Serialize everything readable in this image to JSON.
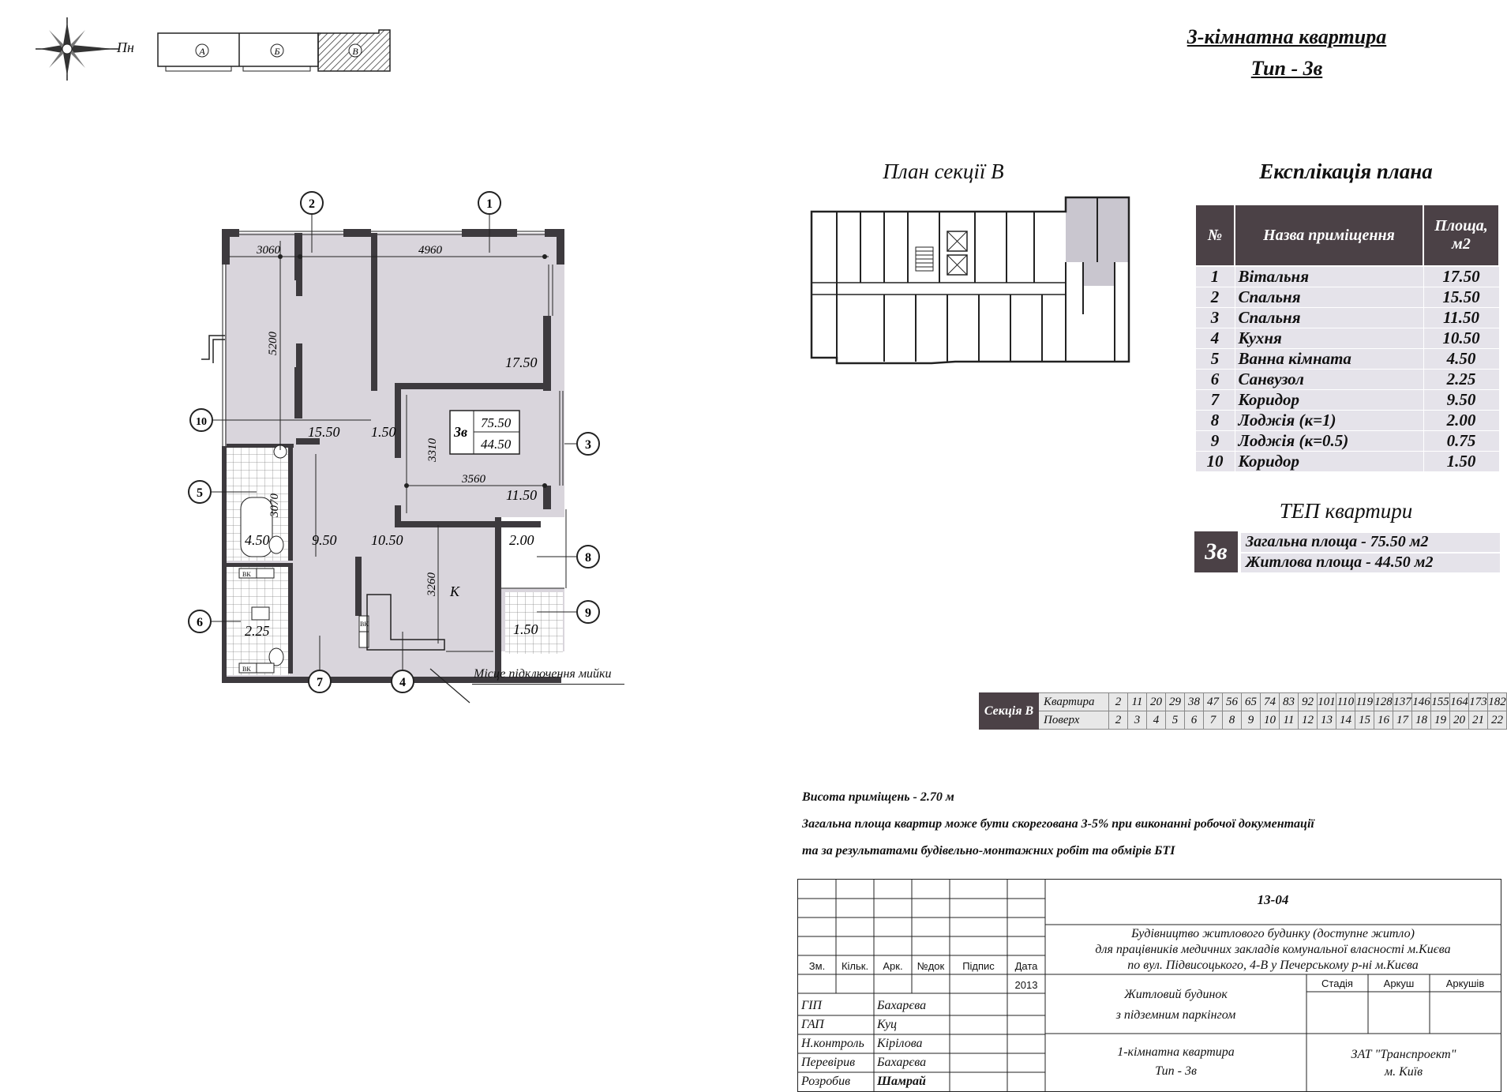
{
  "compass": {
    "north_label": "Пн"
  },
  "key_plan": {
    "sections": [
      "А",
      "Б",
      "В"
    ]
  },
  "header": {
    "title": "3-кімнатна квартира",
    "type": "Тип - 3в"
  },
  "section_plan": {
    "title": "План секції В"
  },
  "explication": {
    "title": "Експлікація плана",
    "columns": [
      "№",
      "Назва приміщення",
      "Площа, м2"
    ],
    "rows": [
      {
        "n": "1",
        "name": "Вітальня",
        "area": "17.50"
      },
      {
        "n": "2",
        "name": "Спальня",
        "area": "15.50"
      },
      {
        "n": "3",
        "name": "Спальня",
        "area": "11.50"
      },
      {
        "n": "4",
        "name": "Кухня",
        "area": "10.50"
      },
      {
        "n": "5",
        "name": "Ванна кімната",
        "area": "4.50"
      },
      {
        "n": "6",
        "name": "Санвузол",
        "area": "2.25"
      },
      {
        "n": "7",
        "name": "Коридор",
        "area": "9.50"
      },
      {
        "n": "8",
        "name": "Лоджія (к=1)",
        "area": "2.00"
      },
      {
        "n": "9",
        "name": "Лоджія (к=0.5)",
        "area": "0.75"
      },
      {
        "n": "10",
        "name": "Коридор",
        "area": "1.50"
      }
    ]
  },
  "tep": {
    "title": "ТЕП квартири",
    "badge": "3в",
    "total": "Загальна площа - 75.50 м2",
    "living": "Житлова площа - 44.50 м2"
  },
  "floors": {
    "section_label": "Секція В",
    "apartment_label": "Квартира",
    "floor_label": "Поверх",
    "apartments": [
      "2",
      "11",
      "20",
      "29",
      "38",
      "47",
      "56",
      "65",
      "74",
      "83",
      "92",
      "101",
      "110",
      "119",
      "128",
      "137",
      "146",
      "155",
      "164",
      "173",
      "182"
    ],
    "floor_numbers": [
      "2",
      "3",
      "4",
      "5",
      "6",
      "7",
      "8",
      "9",
      "10",
      "11",
      "12",
      "13",
      "14",
      "15",
      "16",
      "17",
      "18",
      "19",
      "20",
      "21",
      "22"
    ]
  },
  "notes": {
    "height": "Висота приміщень - 2.70 м",
    "line1": "Загальна площа квартир може бути скорегована 3-5% при виконанні робочої документації",
    "line2": "та за результатами будівельно-монтажних робіт та обмірів БТІ"
  },
  "plan": {
    "dims": [
      "3060",
      "4960",
      "5200",
      "3310",
      "3560",
      "3070",
      "3260"
    ],
    "areas": [
      "17.50",
      "15.50",
      "1.50",
      "11.50",
      "4.50",
      "9.50",
      "10.50",
      "2.00",
      "2.25",
      "1.50"
    ],
    "badge": {
      "type": "3в",
      "total": "75.50",
      "living": "44.50"
    },
    "markers": [
      "1",
      "2",
      "3",
      "4",
      "5",
      "6",
      "7",
      "8",
      "9",
      "10"
    ],
    "kitchen_letter": "К",
    "sink_note": "Місце підключення мийки",
    "appliance_labels": [
      "ВК",
      "ВК",
      "ВК"
    ]
  },
  "stamp": {
    "code": "13-04",
    "project_line1": "Будівництво житлового будинку (доступне житло)",
    "project_line2": "для працівників медичних закладів комунальної власності  м.Києва",
    "project_line3": "по вул. Підвисоцького, 4-В  у Печерському р-ні  м.Києва",
    "headers": [
      "Зм.",
      "Кільк.",
      "Арк.",
      "№док",
      "Підпис",
      "Дата"
    ],
    "date": "2013",
    "stage_headers": [
      "Стадія",
      "Аркуш",
      "Аркушів"
    ],
    "building_line1": "Житловий будинок",
    "building_line2": "з підземним паркінгом",
    "sheet_line1": "1-кімнатна квартира",
    "sheet_line2": "Тип - 3в",
    "company_line1": "ЗАТ \"Транспроект\"",
    "company_line2": "м. Київ",
    "roles": [
      {
        "role": "ГІП",
        "name": "Бахарєва"
      },
      {
        "role": "ГАП",
        "name": "Куц"
      },
      {
        "role": "Н.контроль",
        "name": "Кірілова"
      },
      {
        "role": "Перевірив",
        "name": "Бахарєва"
      },
      {
        "role": "Розробив",
        "name": "Шамрай"
      }
    ]
  }
}
